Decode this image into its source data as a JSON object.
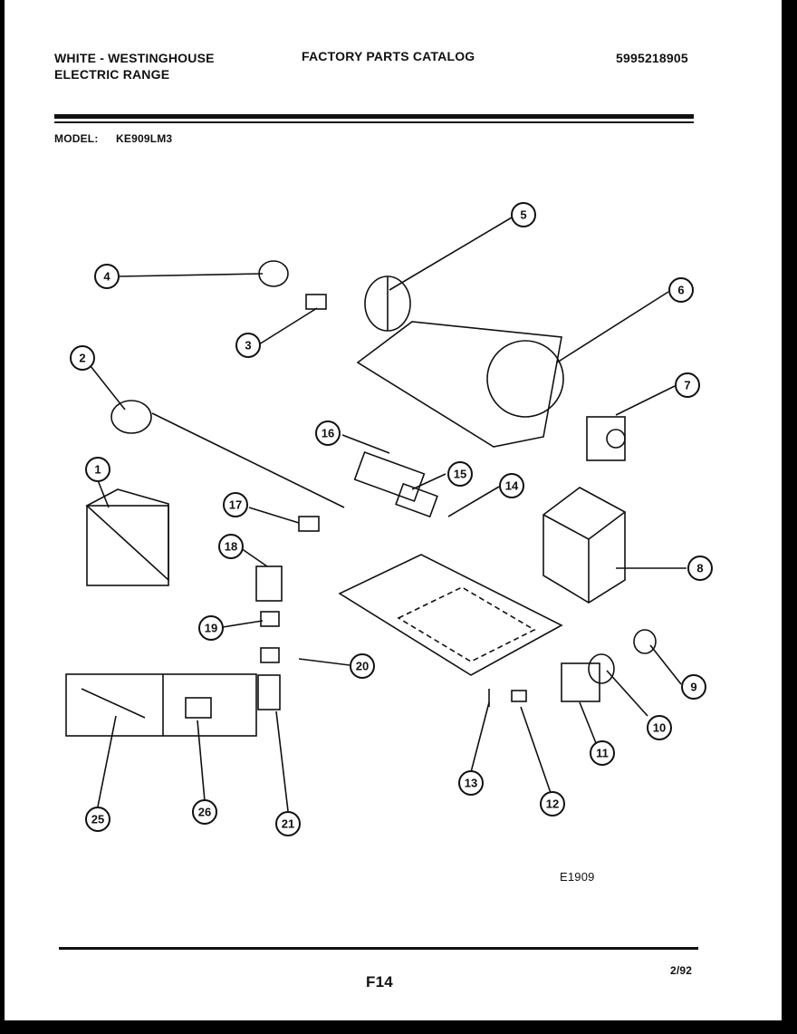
{
  "header": {
    "brand_line1": "WHITE - WESTINGHOUSE",
    "brand_line2": "ELECTRIC RANGE",
    "catalog_title": "FACTORY PARTS CATALOG",
    "catalog_number": "5995218905",
    "model_label": "MODEL:",
    "model_value": "KE909LM3"
  },
  "footer": {
    "page_code": "F14",
    "date": "2/92",
    "diagram_code": "E1909"
  },
  "callouts": [
    "1",
    "2",
    "3",
    "4",
    "5",
    "6",
    "7",
    "8",
    "9",
    "10",
    "11",
    "12",
    "13",
    "14",
    "15",
    "16",
    "17",
    "18",
    "19",
    "20",
    "21",
    "25",
    "26"
  ],
  "colors": {
    "ink": "#111111",
    "paper": "#ffffff",
    "border": "#000000"
  }
}
